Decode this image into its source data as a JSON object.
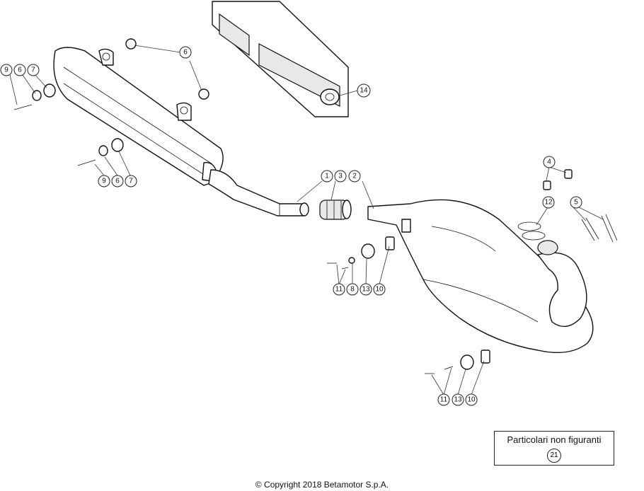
{
  "callouts": [
    {
      "label": "9"
    },
    {
      "label": "6"
    },
    {
      "label": "7"
    },
    {
      "label": "6"
    },
    {
      "label": "9"
    },
    {
      "label": "6"
    },
    {
      "label": "7"
    },
    {
      "label": "1"
    },
    {
      "label": "3"
    },
    {
      "label": "2"
    },
    {
      "label": "4"
    },
    {
      "label": "12"
    },
    {
      "label": "5"
    },
    {
      "label": "11"
    },
    {
      "label": "8"
    },
    {
      "label": "13"
    },
    {
      "label": "10"
    },
    {
      "label": "11"
    },
    {
      "label": "13"
    },
    {
      "label": "10"
    },
    {
      "label": "14"
    }
  ],
  "note_box": {
    "label": "Particolari non figuranti",
    "number": "21"
  },
  "copyright": "© Copyright 2018 Betamotor S.p.A."
}
